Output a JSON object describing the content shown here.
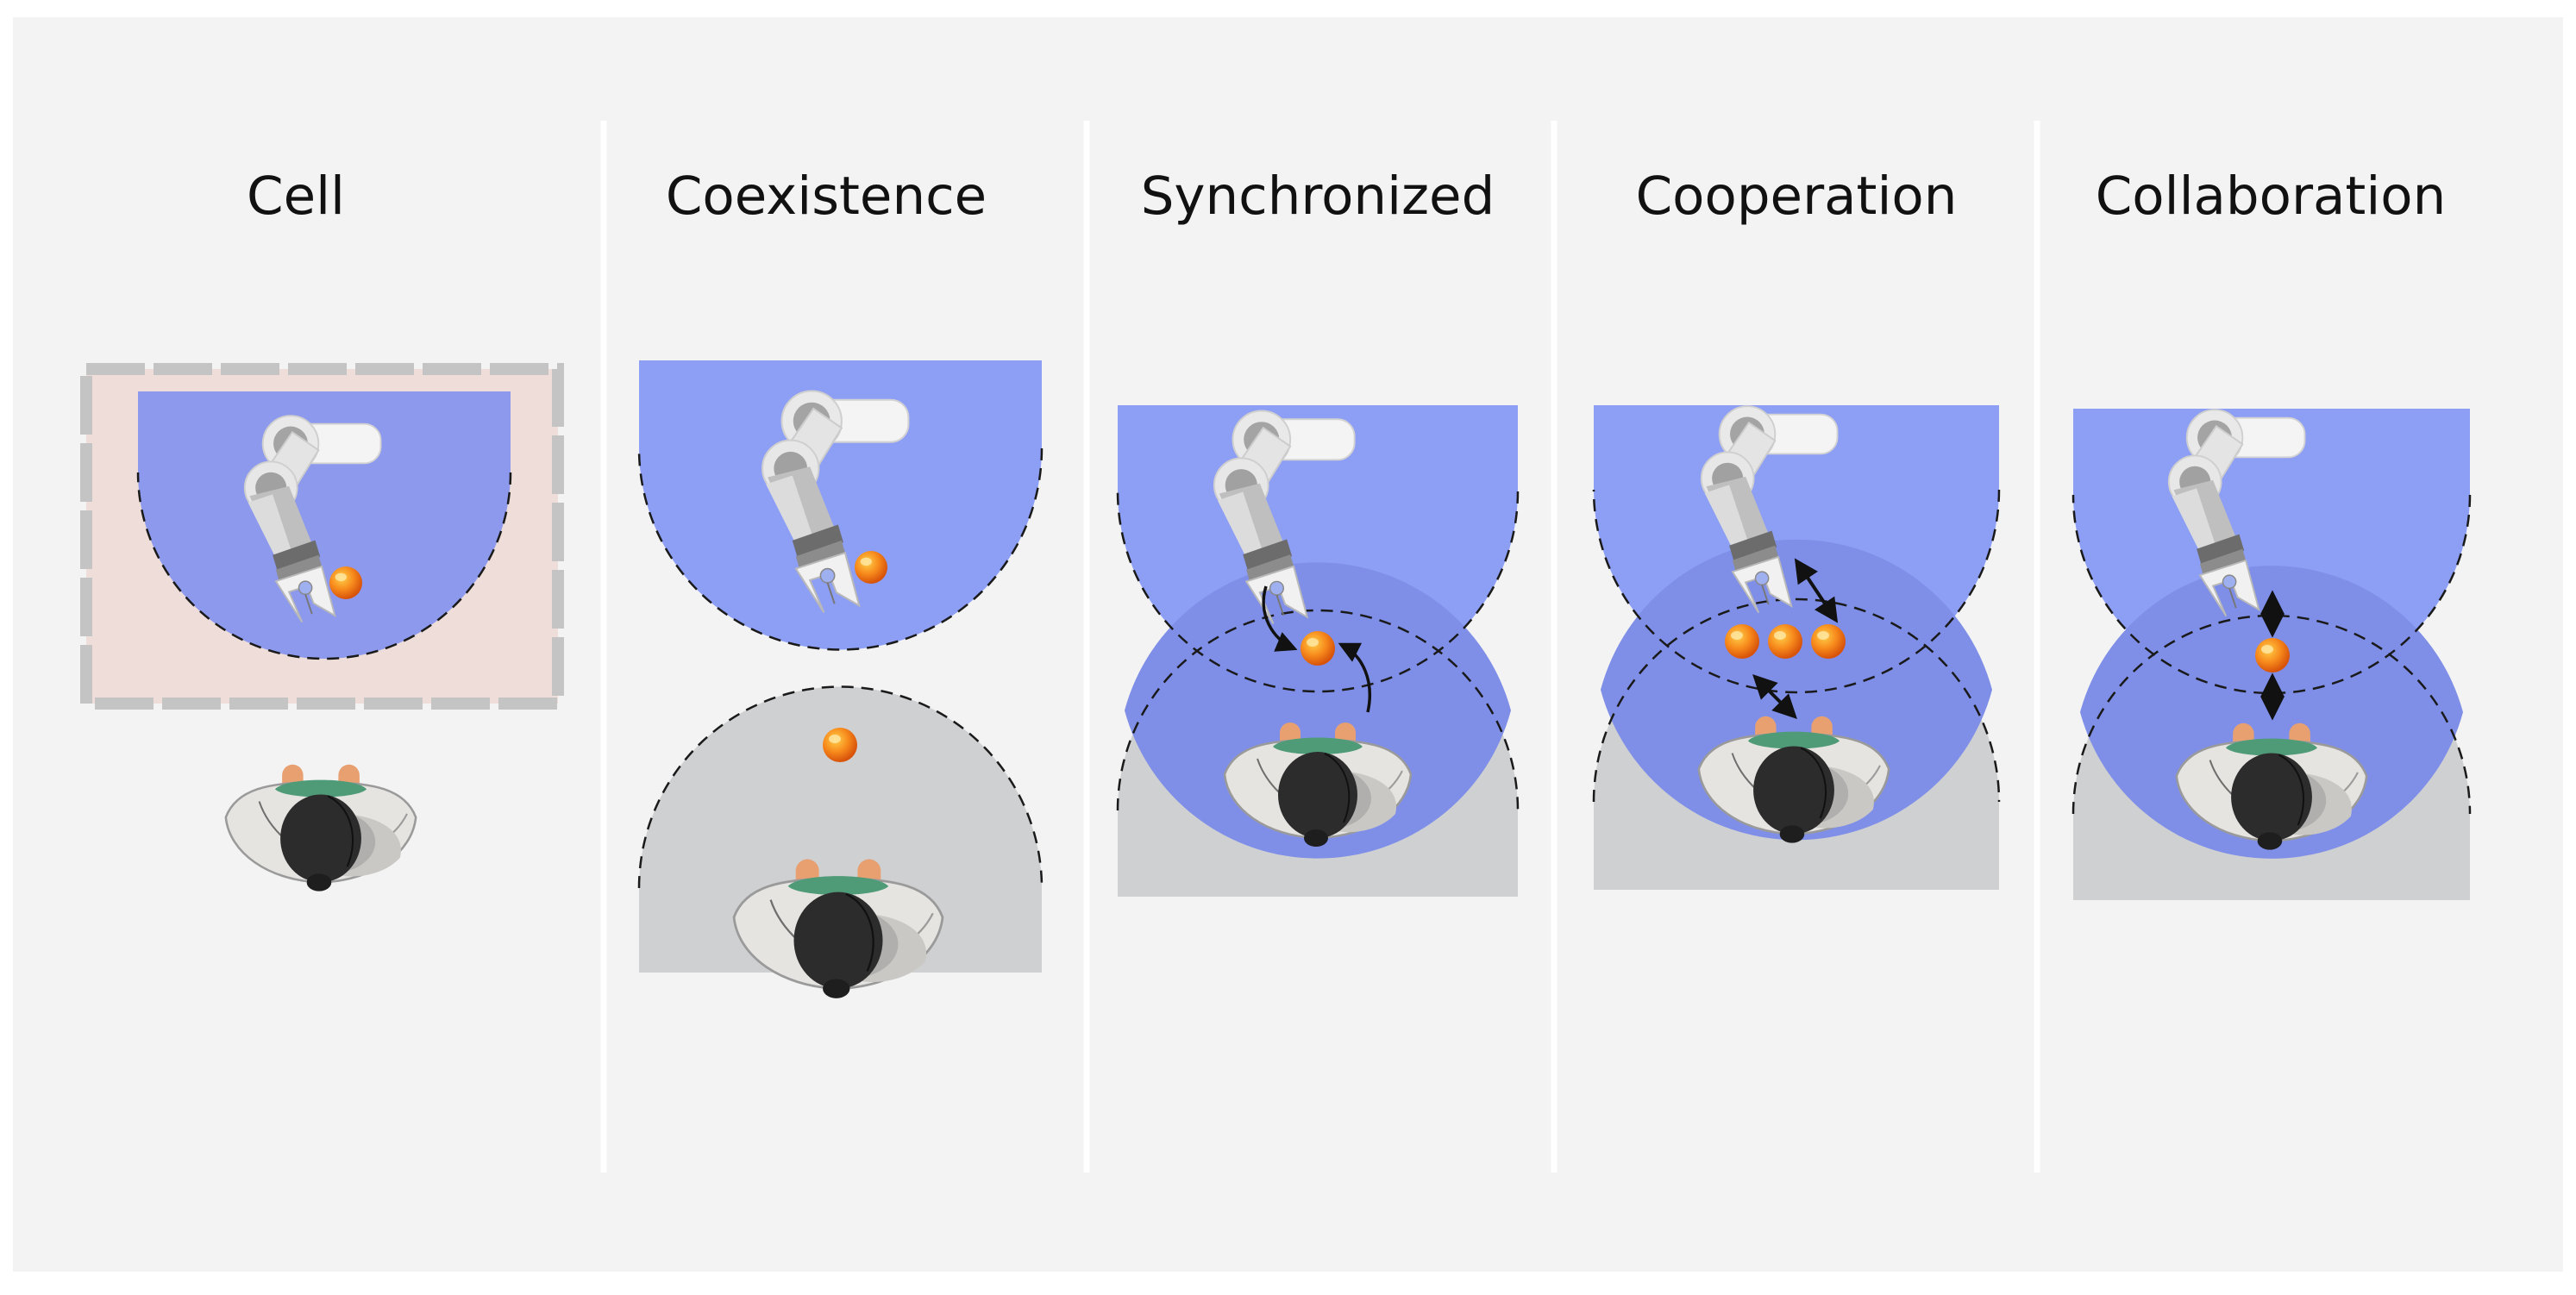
{
  "panels": [
    {
      "title": "Cell"
    },
    {
      "title": "Coexistence"
    },
    {
      "title": "Synchronized"
    },
    {
      "title": "Cooperation"
    },
    {
      "title": "Collaboration"
    }
  ],
  "icons": {
    "robot": "robot-arm-icon",
    "human": "human-operator-icon",
    "workpiece": "workpiece-ball-icon",
    "arrow": "arrow-icon"
  },
  "colors": {
    "background": "#f3f3f3",
    "divider": "#ffffff",
    "robot_workspace": "#8d9ef5",
    "robot_workspace_fenced": "#8c99ec",
    "human_workspace": "#cfd0d2",
    "shared_zone": "#7f8fe8",
    "cell_fence": "#c4c4c4",
    "cell_floor": "#eeddd9",
    "workpiece": "#f07a12",
    "workspace_border": "#1a1a1a"
  }
}
